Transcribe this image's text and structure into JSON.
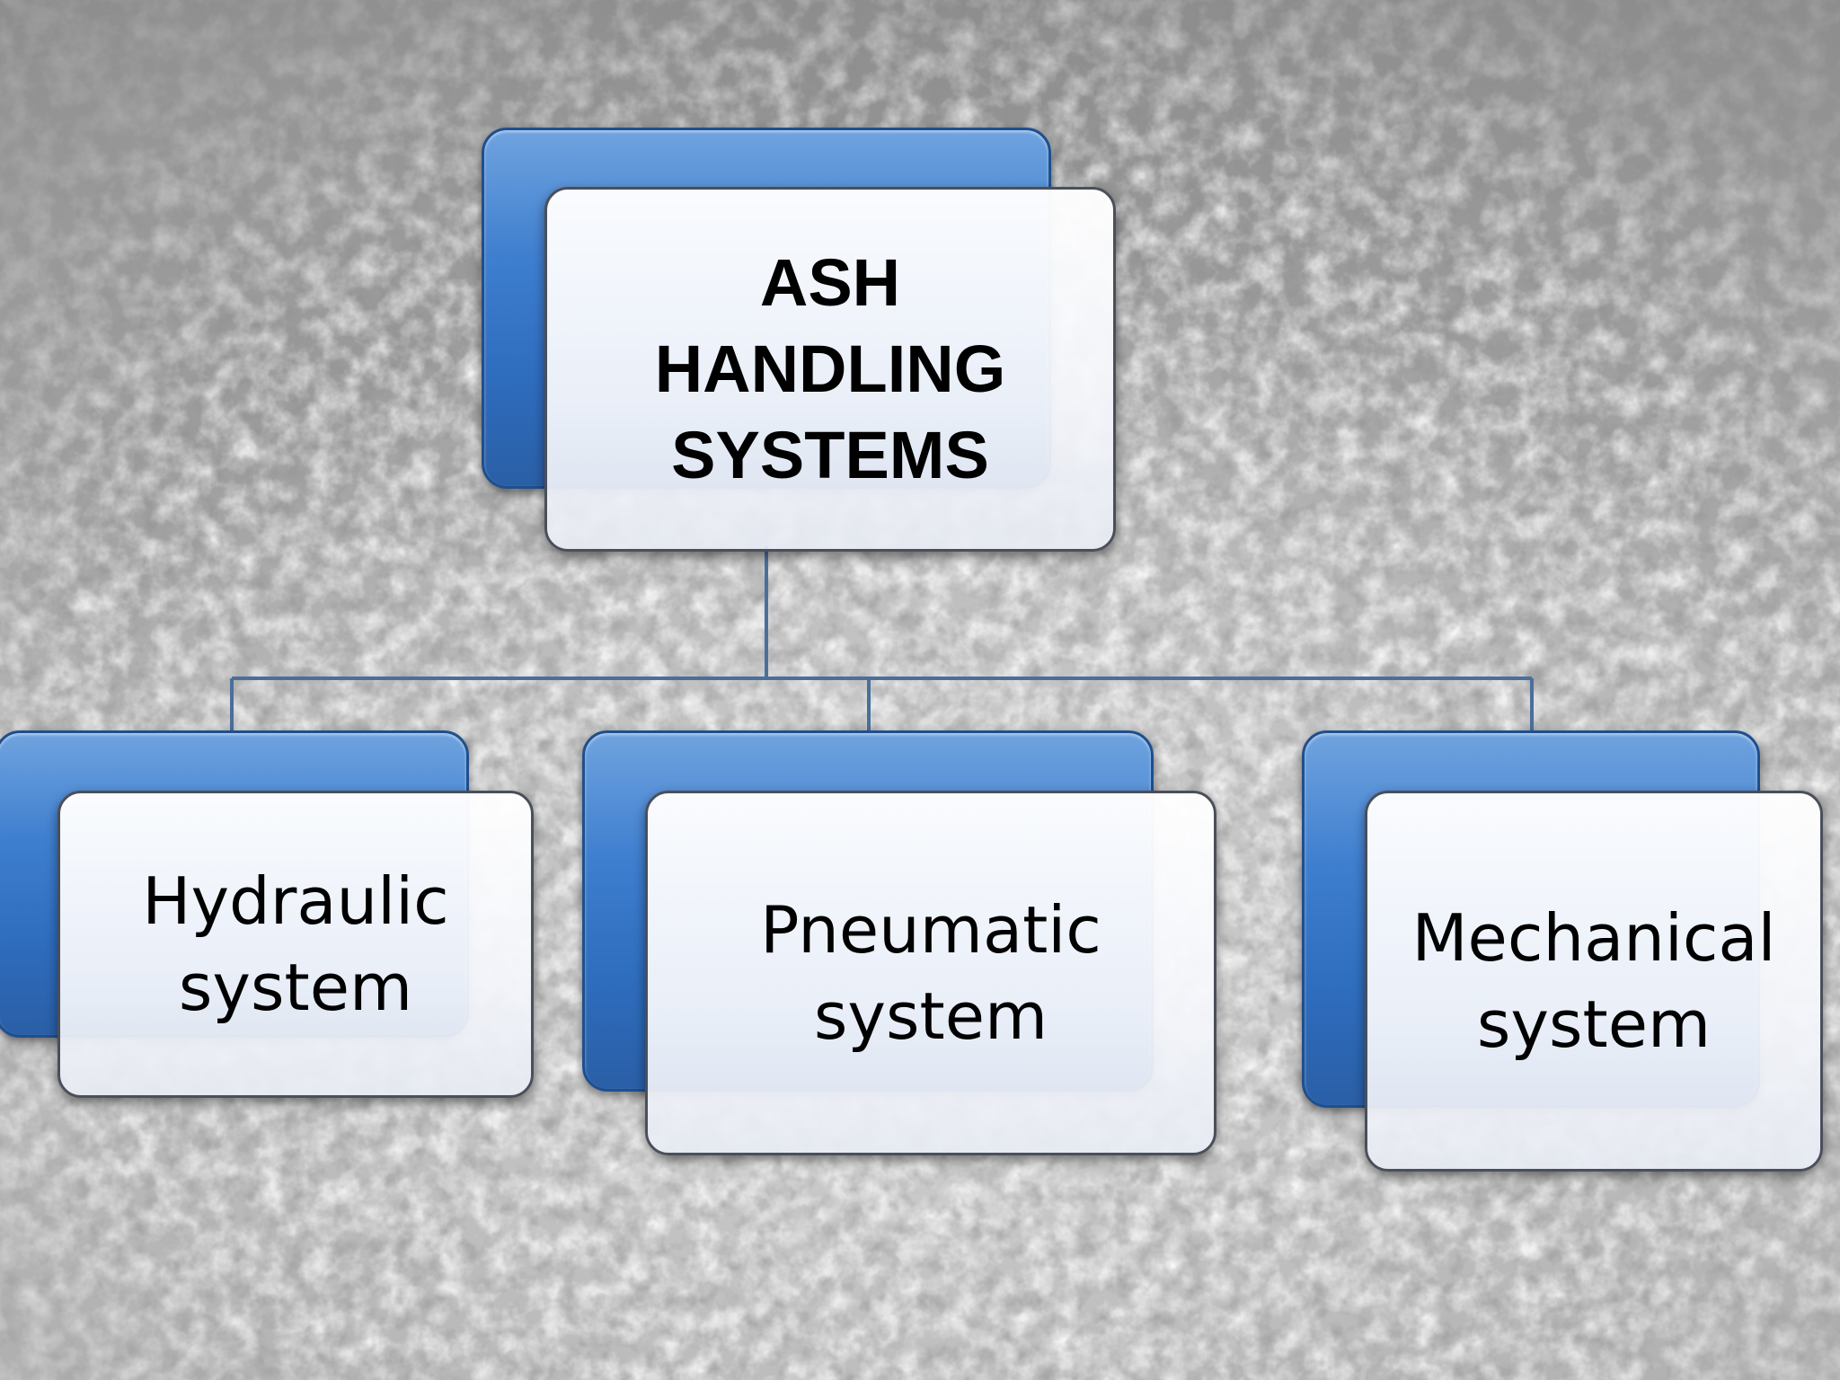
{
  "diagram": {
    "root": {
      "label": "ASH\nHANDLING\nSYSTEMS"
    },
    "children": [
      {
        "label": "Hydraulic\nsystem"
      },
      {
        "label": "Pneumatic\nsystem"
      },
      {
        "label": "Mechanical\nsystem"
      }
    ]
  },
  "colors": {
    "box_accent": "#3f7fcf",
    "box_face": "#ffffff",
    "connector": "#4a6f9a",
    "text": "#000000"
  }
}
